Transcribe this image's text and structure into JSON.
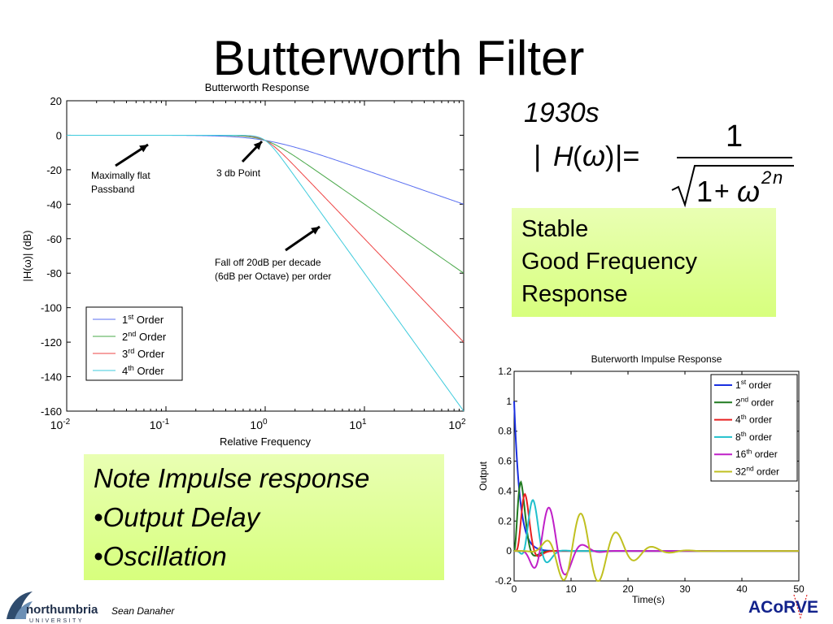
{
  "slide": {
    "title": "Butterworth Filter",
    "year": "1930s",
    "formula": {
      "lhs_open": "| ",
      "lhs_H": "H",
      "lhs_paren_open": "(",
      "lhs_omega": "ω",
      "lhs_paren_close": ")",
      "lhs_close": " |=",
      "numerator": "1",
      "den_one": "1",
      "den_plus": "+",
      "den_omega": "ω",
      "den_exp_num": "2",
      "den_exp_var": "n"
    },
    "properties_box": {
      "lines": [
        "Stable",
        "Good Frequency",
        "Response"
      ],
      "color": "#d9ff80"
    },
    "note_box": {
      "lines": [
        "Note Impulse response",
        "•Output Delay",
        "•Oscillation"
      ]
    },
    "author": "Sean Danaher",
    "logo": {
      "name": "northumbria",
      "sub": "UNIVERSITY"
    },
    "acorve": {
      "text": "ACoRVE"
    }
  },
  "chart_data": [
    {
      "type": "line",
      "title": "Butterworth Response",
      "xlabel": "Relative Frequency",
      "ylabel": "|H(ω)| (dB)",
      "xscale": "log",
      "xlim": [
        0.01,
        100
      ],
      "ylim": [
        -160,
        20
      ],
      "xtick_base": "10",
      "xtick_exponents": [
        "-2",
        "-1",
        "0",
        "1",
        "2"
      ],
      "yticks": [
        "20",
        "0",
        "-20",
        "-40",
        "-60",
        "-80",
        "-100",
        "-120",
        "-140",
        "-160"
      ],
      "grid": false,
      "legend_position": "bottom-left",
      "series": [
        {
          "name_base": "1",
          "name_sup": "st",
          "name_rest": " Order",
          "order": 1,
          "color": "#5a6ff0"
        },
        {
          "name_base": "2",
          "name_sup": "nd",
          "name_rest": " Order",
          "order": 2,
          "color": "#4aa84a"
        },
        {
          "name_base": "3",
          "name_sup": "rd",
          "name_rest": " Order",
          "order": 3,
          "color": "#ee4444"
        },
        {
          "name_base": "4",
          "name_sup": "th",
          "name_rest": " Order",
          "order": 4,
          "color": "#3ecbdc"
        }
      ],
      "annotations": [
        {
          "text": [
            "Maximally flat",
            "Passband"
          ]
        },
        {
          "text": [
            "3 db Point"
          ]
        },
        {
          "text": [
            "Fall off 20dB per decade",
            "(6dB per Octave) per order"
          ]
        }
      ]
    },
    {
      "type": "line",
      "title": "Buterworth Impulse Response",
      "xlabel": "Time(s)",
      "ylabel": "Output",
      "xlim": [
        0,
        50
      ],
      "ylim": [
        -0.2,
        1.2
      ],
      "xticks": [
        "0",
        "10",
        "20",
        "30",
        "40",
        "50"
      ],
      "yticks": [
        "1.2",
        "1",
        "0.8",
        "0.6",
        "0.4",
        "0.2",
        "0",
        "-0.2"
      ],
      "grid": false,
      "legend_position": "top-right",
      "series": [
        {
          "name_base": "1",
          "name_sup": "st",
          "name_rest": " order",
          "order": 1,
          "color": "#1a2fe0"
        },
        {
          "name_base": "2",
          "name_sup": "nd",
          "name_rest": " order",
          "order": 2,
          "color": "#1f7a1f"
        },
        {
          "name_base": "4",
          "name_sup": "th",
          "name_rest": " order",
          "order": 4,
          "color": "#e82020"
        },
        {
          "name_base": "8",
          "name_sup": "th",
          "name_rest": " order",
          "order": 8,
          "color": "#20c0cc"
        },
        {
          "name_base": "16",
          "name_sup": "th",
          "name_rest": " order",
          "order": 16,
          "color": "#c020c8"
        },
        {
          "name_base": "32",
          "name_sup": "nd",
          "name_rest": " order",
          "order": 32,
          "color": "#c0c020"
        }
      ]
    }
  ]
}
